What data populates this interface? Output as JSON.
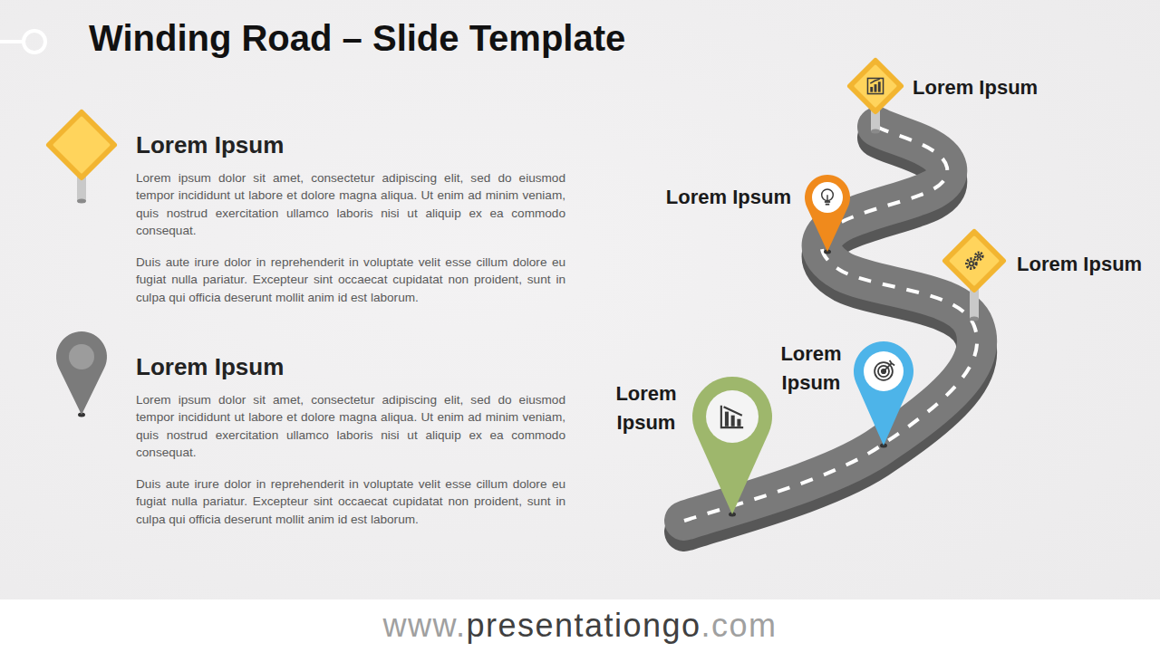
{
  "diagram": {
    "title": "Winding Road – Slide Template",
    "nodes": [
      {
        "text": [
          "Lorem Ipsum",
          "Lorem ipsum dolor sit amet, consectetur adipiscing elit, sed do eiusmod tempor incididunt ut labore et dolore magna aliqua. Ut enim ad minim veniam, quis nostrud exercitation ullamco laboris nisi ut aliquip ex ea commodo consequat.",
          "Duis aute irure dolor in reprehenderit in voluptate velit esse cillum dolore eu fugiat nulla pariatur. Excepteur sint occaecat cupidatat non proident, sunt in culpa qui officia deserunt mollit anim id est laborum."
        ]
      },
      {
        "text": [
          "Lorem Ipsum",
          "Lorem ipsum dolor sit amet, consectetur adipiscing elit, sed do eiusmod tempor incididunt ut labore et dolore magna aliqua. Ut enim ad minim veniam, quis nostrud exercitation ullamco laboris nisi ut aliquip ex ea commodo consequat.",
          "Duis aute irure dolor in reprehenderit in voluptate velit esse cillum dolore eu fugiat nulla pariatur. Excepteur sint occaecat cupidatat non proident, sunt in culpa qui officia deserunt mollit anim id est laborum."
        ]
      },
      {
        "text": [
          "Lorem Ipsum"
        ]
      },
      {
        "text": [
          "Lorem Ipsum"
        ]
      },
      {
        "text": [
          "Lorem Ipsum"
        ]
      },
      {
        "text": [
          "Lorem Ipsum"
        ]
      },
      {
        "text": [
          "Lorem Ipsum"
        ]
      }
    ],
    "labels": [
      "www.",
      "presentationgo",
      ".com"
    ]
  }
}
